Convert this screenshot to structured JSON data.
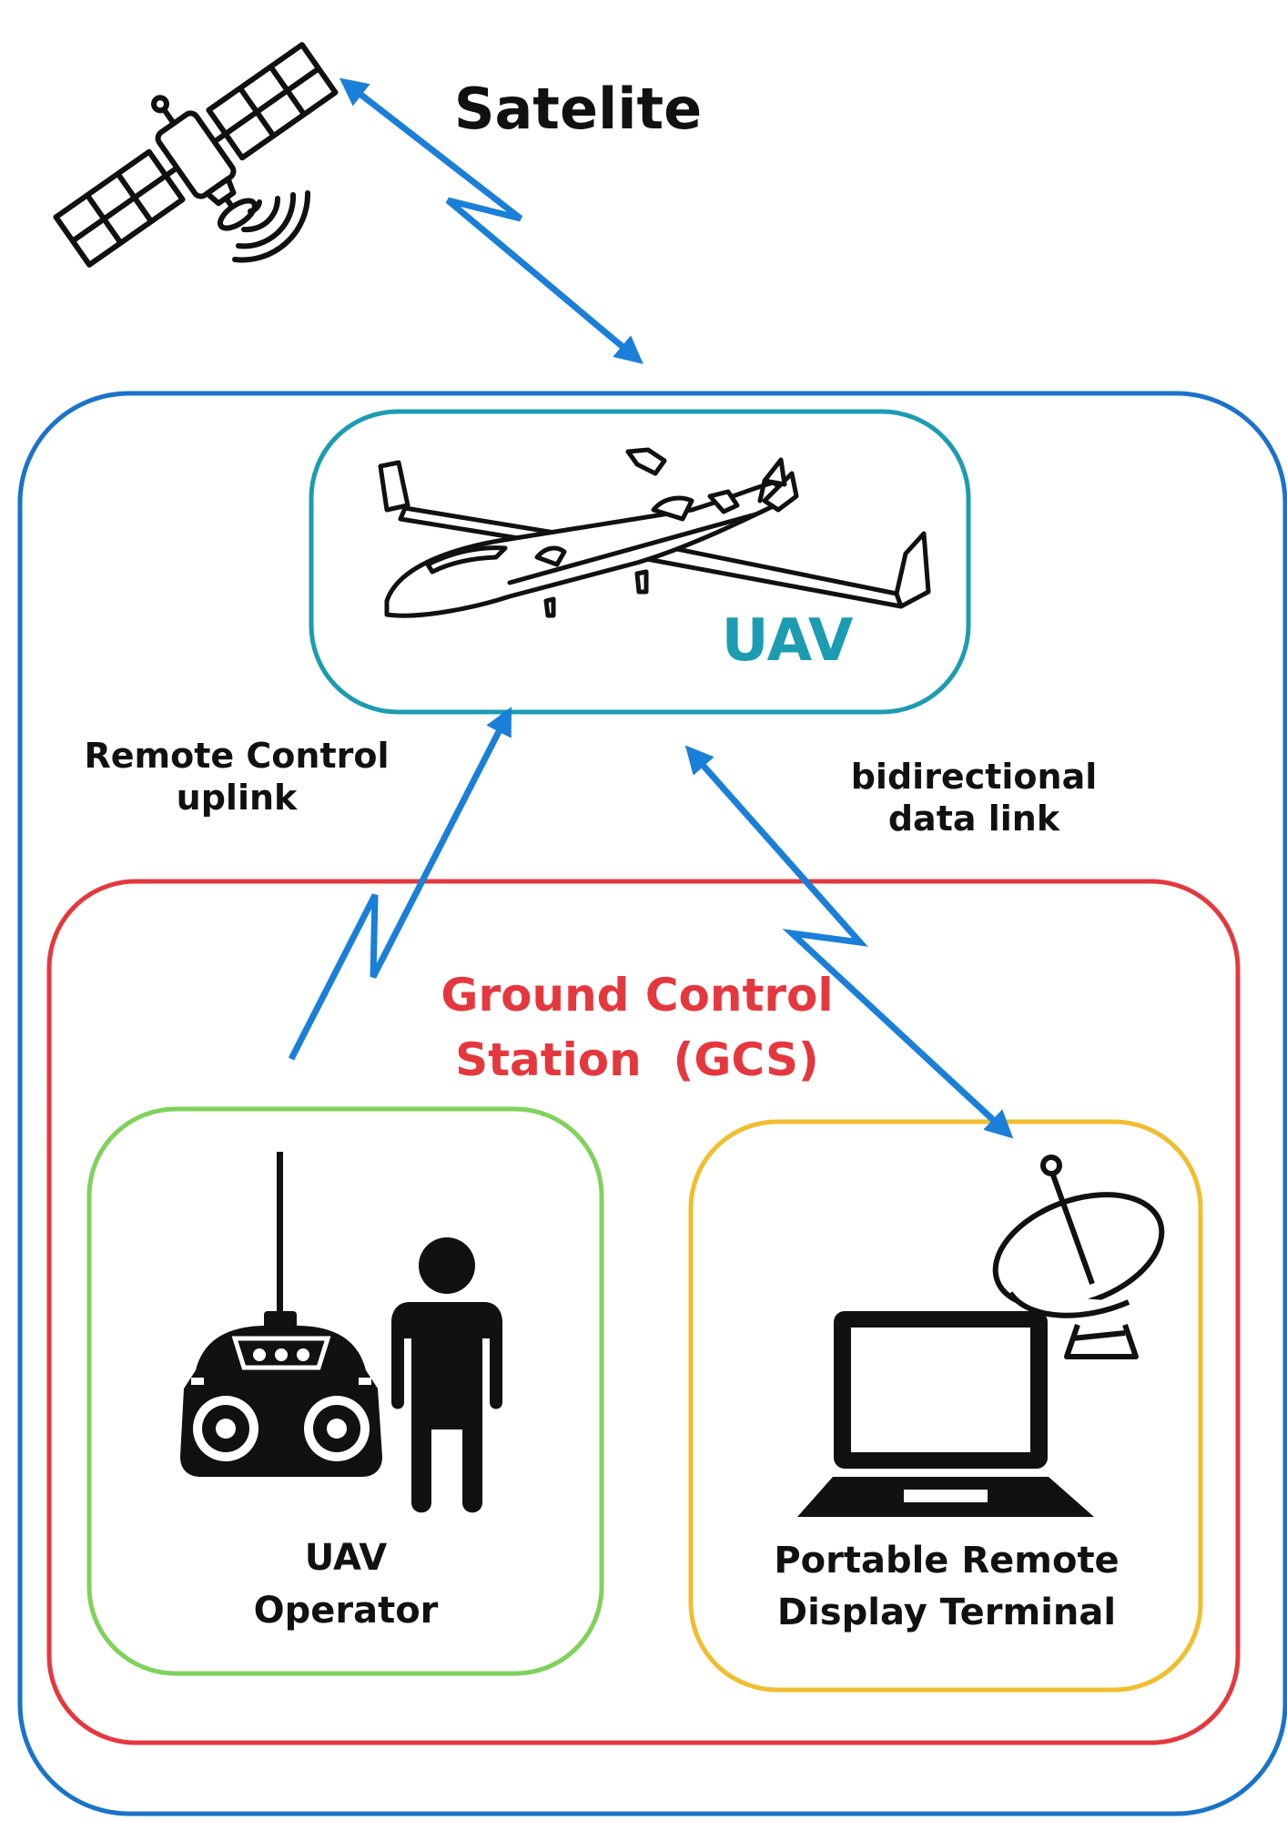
{
  "labels": {
    "satellite": "Satelite",
    "uav": "UAV",
    "remote_control_uplink": [
      "Remote Control",
      "uplink"
    ],
    "bidirectional_data_link": [
      "bidirectional",
      "data link"
    ],
    "gcs": [
      "Ground Control",
      "Station  (GCS)"
    ],
    "operator": [
      "UAV",
      "Operator"
    ],
    "terminal": [
      "Portable Remote",
      "Display Terminal"
    ]
  },
  "colors": {
    "outer_box": "#1a73c9",
    "uav_box": "#1c9cb2",
    "gcs_box": "#e5383e",
    "operator_box": "#7fd25a",
    "terminal_box": "#f0be2e",
    "link_arrow": "#1a7fd8",
    "icons": "#111111"
  },
  "icons": [
    "satellite-icon",
    "drone-icon",
    "remote-controller-icon",
    "person-icon",
    "satellite-dish-icon",
    "laptop-icon"
  ]
}
